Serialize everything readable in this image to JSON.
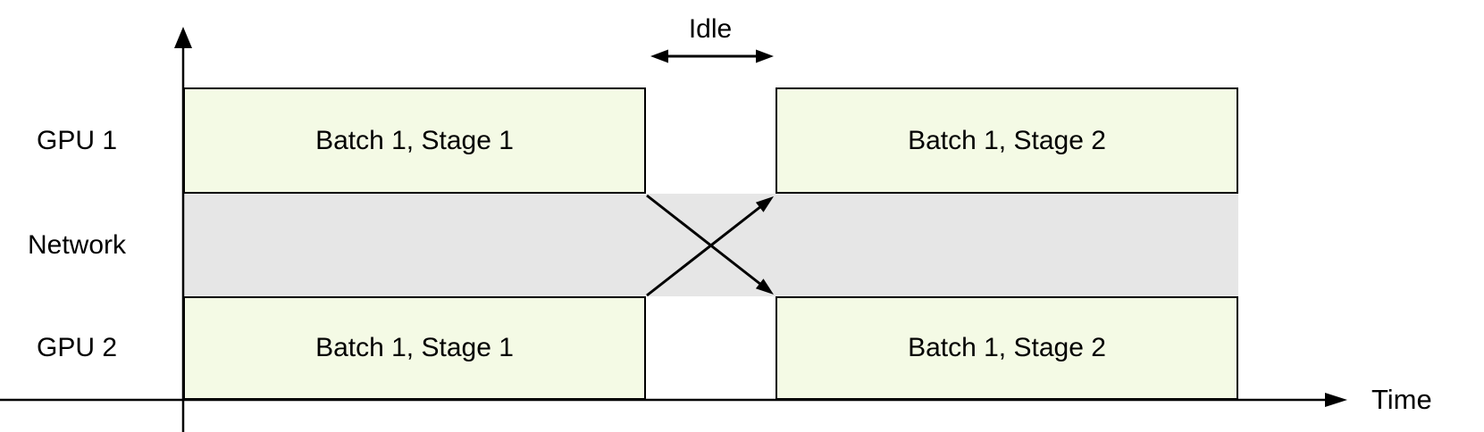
{
  "diagram": {
    "type": "pipeline-parallelism-timeline",
    "rows": [
      {
        "label": "GPU 1",
        "boxes": [
          {
            "label": "Batch 1, Stage 1"
          },
          {
            "label": "Batch 1, Stage 2"
          }
        ]
      },
      {
        "label": "Network",
        "boxes": []
      },
      {
        "label": "GPU 2",
        "boxes": [
          {
            "label": "Batch 1, Stage 1"
          },
          {
            "label": "Batch 1, Stage 2"
          }
        ]
      }
    ],
    "annotations": {
      "idle_label": "Idle"
    },
    "axes": {
      "time_label": "Time"
    },
    "colors": {
      "background": "#ffffff",
      "box_fill": "#f4fae5",
      "box_border": "#000000",
      "network_fill": "#e6e6e6",
      "line": "#000000",
      "text": "#000000"
    }
  }
}
